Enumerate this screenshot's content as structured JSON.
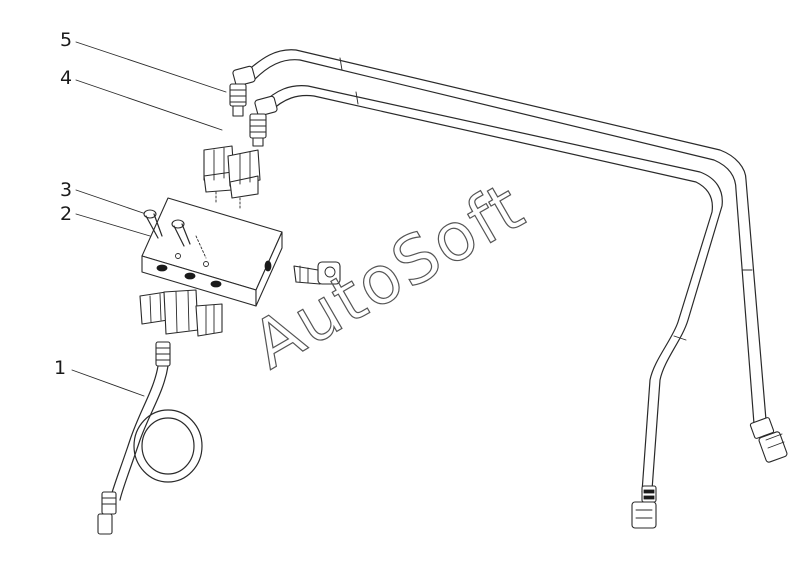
{
  "callouts": [
    {
      "label": "1"
    },
    {
      "label": "2"
    },
    {
      "label": "3"
    },
    {
      "label": "4"
    },
    {
      "label": "5"
    }
  ],
  "watermark": {
    "text": "AutoSoft"
  },
  "colors": {
    "line": "#2a2a2a",
    "background": "#ffffff"
  }
}
